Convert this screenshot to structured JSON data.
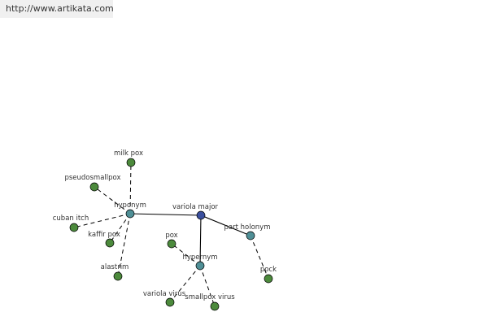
{
  "source": {
    "url_text": "http://www.artikata.com"
  },
  "colors": {
    "root": "#3a4f9e",
    "relation": "#4f8f96",
    "term": "#4c8a3c"
  },
  "graph": {
    "root": {
      "id": "variola-major",
      "label": "variola major",
      "kind": "root"
    },
    "relations": [
      {
        "id": "hyponym",
        "label": "hyponym",
        "kind": "relation"
      },
      {
        "id": "hypernym",
        "label": "hypernym",
        "kind": "relation"
      },
      {
        "id": "part-holonym",
        "label": "part holonym",
        "kind": "relation"
      }
    ],
    "terms": [
      {
        "id": "milk-pox",
        "label": "milk pox",
        "kind": "term",
        "parent": "hyponym"
      },
      {
        "id": "pseudosmallpox",
        "label": "pseudosmallpox",
        "kind": "term",
        "parent": "hyponym"
      },
      {
        "id": "cuban-itch",
        "label": "cuban itch",
        "kind": "term",
        "parent": "hyponym"
      },
      {
        "id": "kaffir-pox",
        "label": "kaffir pox",
        "kind": "term",
        "parent": "hyponym"
      },
      {
        "id": "alastrim",
        "label": "alastrim",
        "kind": "term",
        "parent": "hyponym"
      },
      {
        "id": "pox",
        "label": "pox",
        "kind": "term",
        "parent": "hypernym"
      },
      {
        "id": "variola-virus",
        "label": "variola virus",
        "kind": "term",
        "parent": "hypernym"
      },
      {
        "id": "smallpox-virus",
        "label": "smallpox virus",
        "kind": "term",
        "parent": "hypernym"
      },
      {
        "id": "pock",
        "label": "pock",
        "kind": "term",
        "parent": "part-holonym"
      }
    ],
    "links": [
      {
        "from": "variola-major",
        "to": "hyponym",
        "style": "solid"
      },
      {
        "from": "variola-major",
        "to": "hypernym",
        "style": "solid"
      },
      {
        "from": "variola-major",
        "to": "part-holonym",
        "style": "solid"
      },
      {
        "from": "hyponym",
        "to": "milk-pox",
        "style": "dashed"
      },
      {
        "from": "hyponym",
        "to": "pseudosmallpox",
        "style": "dashed"
      },
      {
        "from": "hyponym",
        "to": "cuban-itch",
        "style": "dashed"
      },
      {
        "from": "hyponym",
        "to": "kaffir-pox",
        "style": "dashed"
      },
      {
        "from": "hyponym",
        "to": "alastrim",
        "style": "dashed"
      },
      {
        "from": "hypernym",
        "to": "pox",
        "style": "dashed"
      },
      {
        "from": "hypernym",
        "to": "variola-virus",
        "style": "dashed"
      },
      {
        "from": "hypernym",
        "to": "smallpox-virus",
        "style": "dashed"
      },
      {
        "from": "part-holonym",
        "to": "pock",
        "style": "dashed"
      }
    ]
  }
}
